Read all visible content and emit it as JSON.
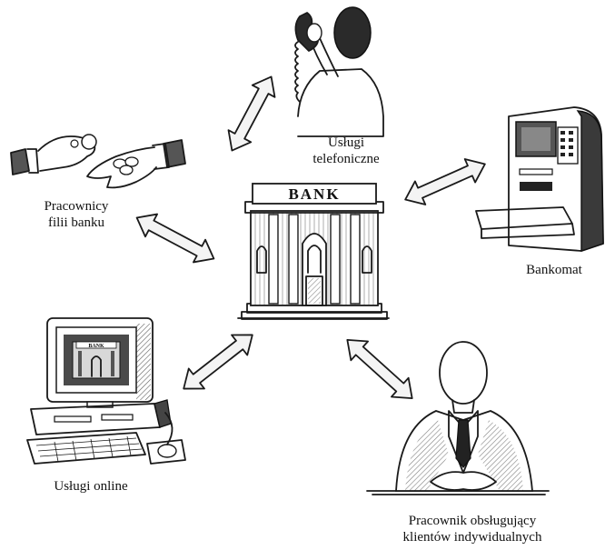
{
  "bank": {
    "sign": "BANK"
  },
  "nodes": {
    "phone": {
      "line1": "Usługi",
      "line2": "telefoniczne"
    },
    "branch": {
      "line1": "Pracownicy",
      "line2": "filii banku"
    },
    "atm": {
      "line1": "Bankomat"
    },
    "online": {
      "line1": "Usługi online"
    },
    "advisor": {
      "line1": "Pracownik obsługujący",
      "line2": "klientów indywidualnych"
    }
  },
  "computer_screen": {
    "sign": "BANK"
  }
}
